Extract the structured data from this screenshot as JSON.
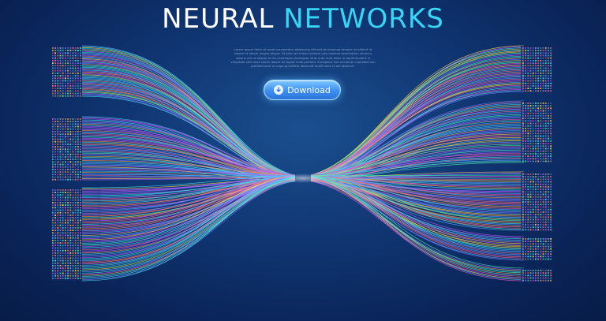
{
  "header": {
    "title_main": "NEURAL",
    "title_accent": "NETWORKS",
    "accent_color": "#38d6f5"
  },
  "body_text": "Lorem ipsum dolor sit amet consectetur adipiscing elit sed do eiusmod tempor incididunt ut labore et dolore magna aliqua. Ut enim ad minim veniam quis nostrud exercitation ullamco laboris nisi ut aliquip ex ea commodo consequat. Duis aute irure dolor in reprehenderit in voluptate velit esse cillum dolore eu fugiat nulla pariatur. Excepteur sint occaecat cupidatat non proident sunt in culpa qui officia deserunt mollit anim id est laborum.",
  "download_button": {
    "label": "Download",
    "icon": "download-icon"
  },
  "palette": [
    "#c05cff",
    "#5aa9ff",
    "#46e6f0",
    "#ff9a4a",
    "#ffd84a",
    "#e85ab8",
    "#7b7bff",
    "#4ff0b0",
    "#ff6b8a"
  ],
  "background_colors": [
    "#1b4f8f",
    "#0a2458"
  ]
}
